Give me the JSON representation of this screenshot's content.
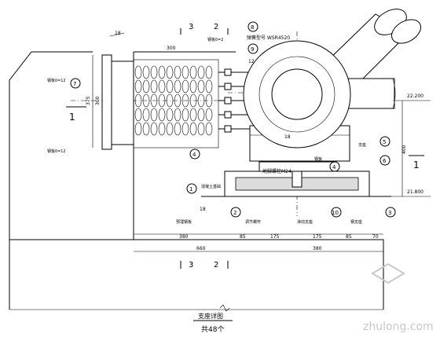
{
  "section_marks": {
    "top_left": "3",
    "top_right": "2",
    "bottom_left": "3",
    "bottom_right": "2",
    "side_left": "1",
    "side_right": "1"
  },
  "slope_labels": {
    "top": "18",
    "middle": "12",
    "upper_right": "18",
    "lower_left": "18"
  },
  "dimensions": {
    "spring_width": "300",
    "overall_height": "375",
    "inner_height": "300",
    "side_height": "400",
    "bottom": [
      "380",
      "85",
      "175",
      "175",
      "85",
      "70"
    ],
    "total": [
      "660",
      "380"
    ]
  },
  "elevations": {
    "pipe": "22.200",
    "base": "21.800"
  },
  "callouts": [
    "1",
    "2",
    "3",
    "4",
    "5",
    "6",
    "7",
    "8",
    "9",
    "10"
  ],
  "annotations": {
    "spring_model": "弹簧型号 WSR4520",
    "bolt": "地脚螺栓M24",
    "left_plate": "钢板δ=12",
    "left_bottom": "钢板δ=12",
    "right_support": "支座",
    "right_plate": "钢板",
    "base_plate": "混凝土基础",
    "steel": "钢板δ=2",
    "note_1": "预埋钢板",
    "note_2": "调节螺杆",
    "note_10": "滑动支座",
    "note_3": "钢支座"
  },
  "title": "支座详图",
  "subtitle": "共48个",
  "watermark": "zhulong.com",
  "colors": {
    "line": "#000000",
    "hatch": "#dcdcdc",
    "watermark": "#c8c8c8"
  }
}
